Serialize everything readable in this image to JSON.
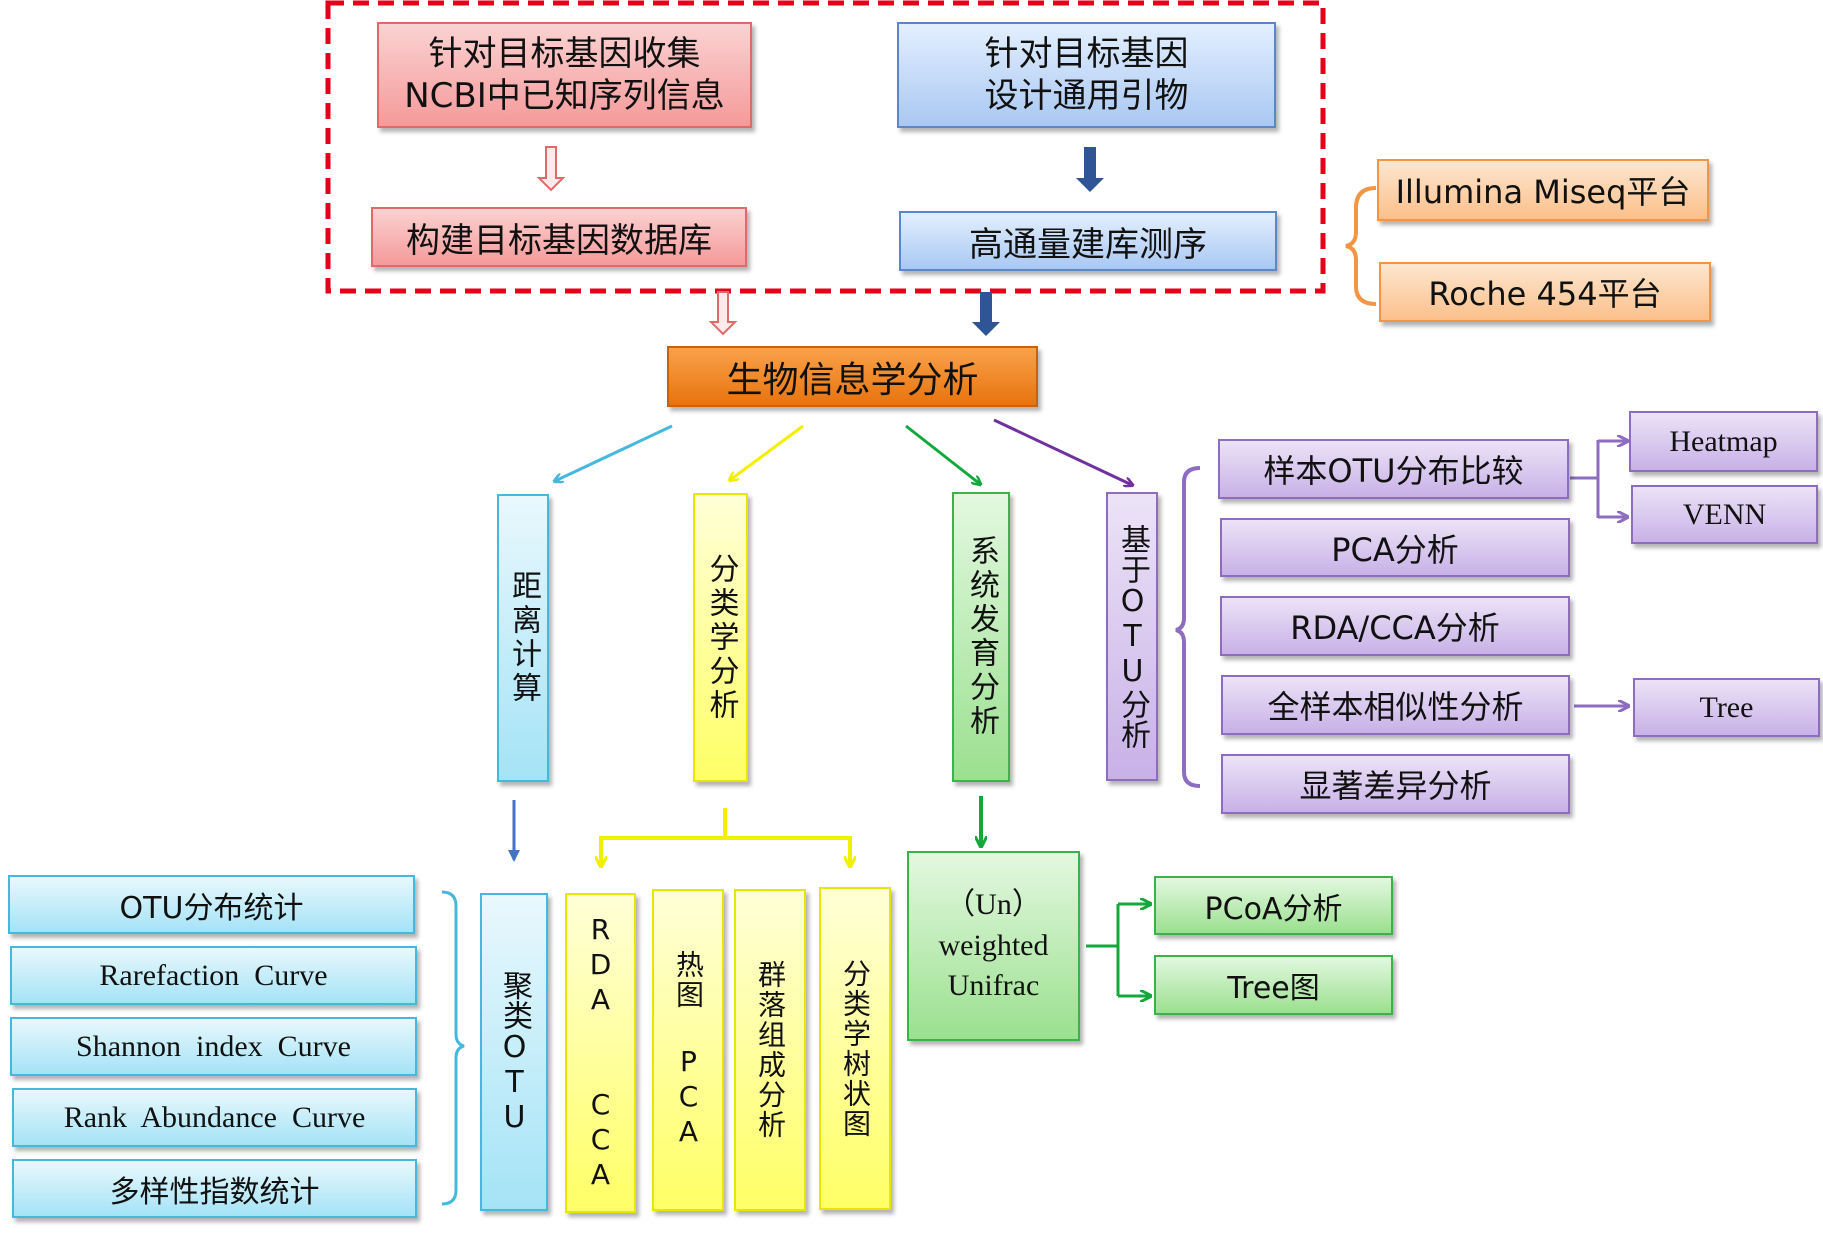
{
  "top": {
    "collect_ncbi": "针对目标基因收集\nNCBI中已知序列信息",
    "design_primers": "针对目标基因\n设计通用引物",
    "build_db": "构建目标基因数据库",
    "hts": "高通量建库测序"
  },
  "platforms": [
    "Illumina Miseq平台",
    "Roche 454平台"
  ],
  "bioinformatics": "生物信息学分析",
  "branches": {
    "distance": "距离计算",
    "taxonomy": "分类学分析",
    "phylo": "系统发育分析",
    "otu": "基于OTU分析"
  },
  "otu_items": [
    "样本OTU分布比较",
    "PCA分析",
    "RDA/CCA分析",
    "全样本相似性分析",
    "显著差异分析"
  ],
  "otu_outputs": {
    "heatmap": "Heatmap",
    "venn": "VENN",
    "tree": "Tree"
  },
  "distance_items": [
    "OTU分布统计",
    "Rarefaction  Curve",
    "Shannon  index  Curve",
    "Rank  Abundance  Curve",
    "多样性指数统计"
  ],
  "cluster_otu": "聚类OTU",
  "taxonomy_items": [
    "RDA  CCA",
    "热图 PCA",
    "群落组成分析",
    "分类学树状图"
  ],
  "unifrac": "（Un）\nweighted\nUnifrac",
  "unifrac_outputs": [
    "PCoA分析",
    "Tree图"
  ],
  "colors": {
    "dashed_frame": "#e3001b",
    "red_arrow": "#e06a6a",
    "blue_arrow": "#2f5597",
    "orange_brace": "#f29544",
    "cyan": "#45b8de",
    "yellow": "#f0f000",
    "green": "#14a83c",
    "purple": "#7030a0"
  }
}
